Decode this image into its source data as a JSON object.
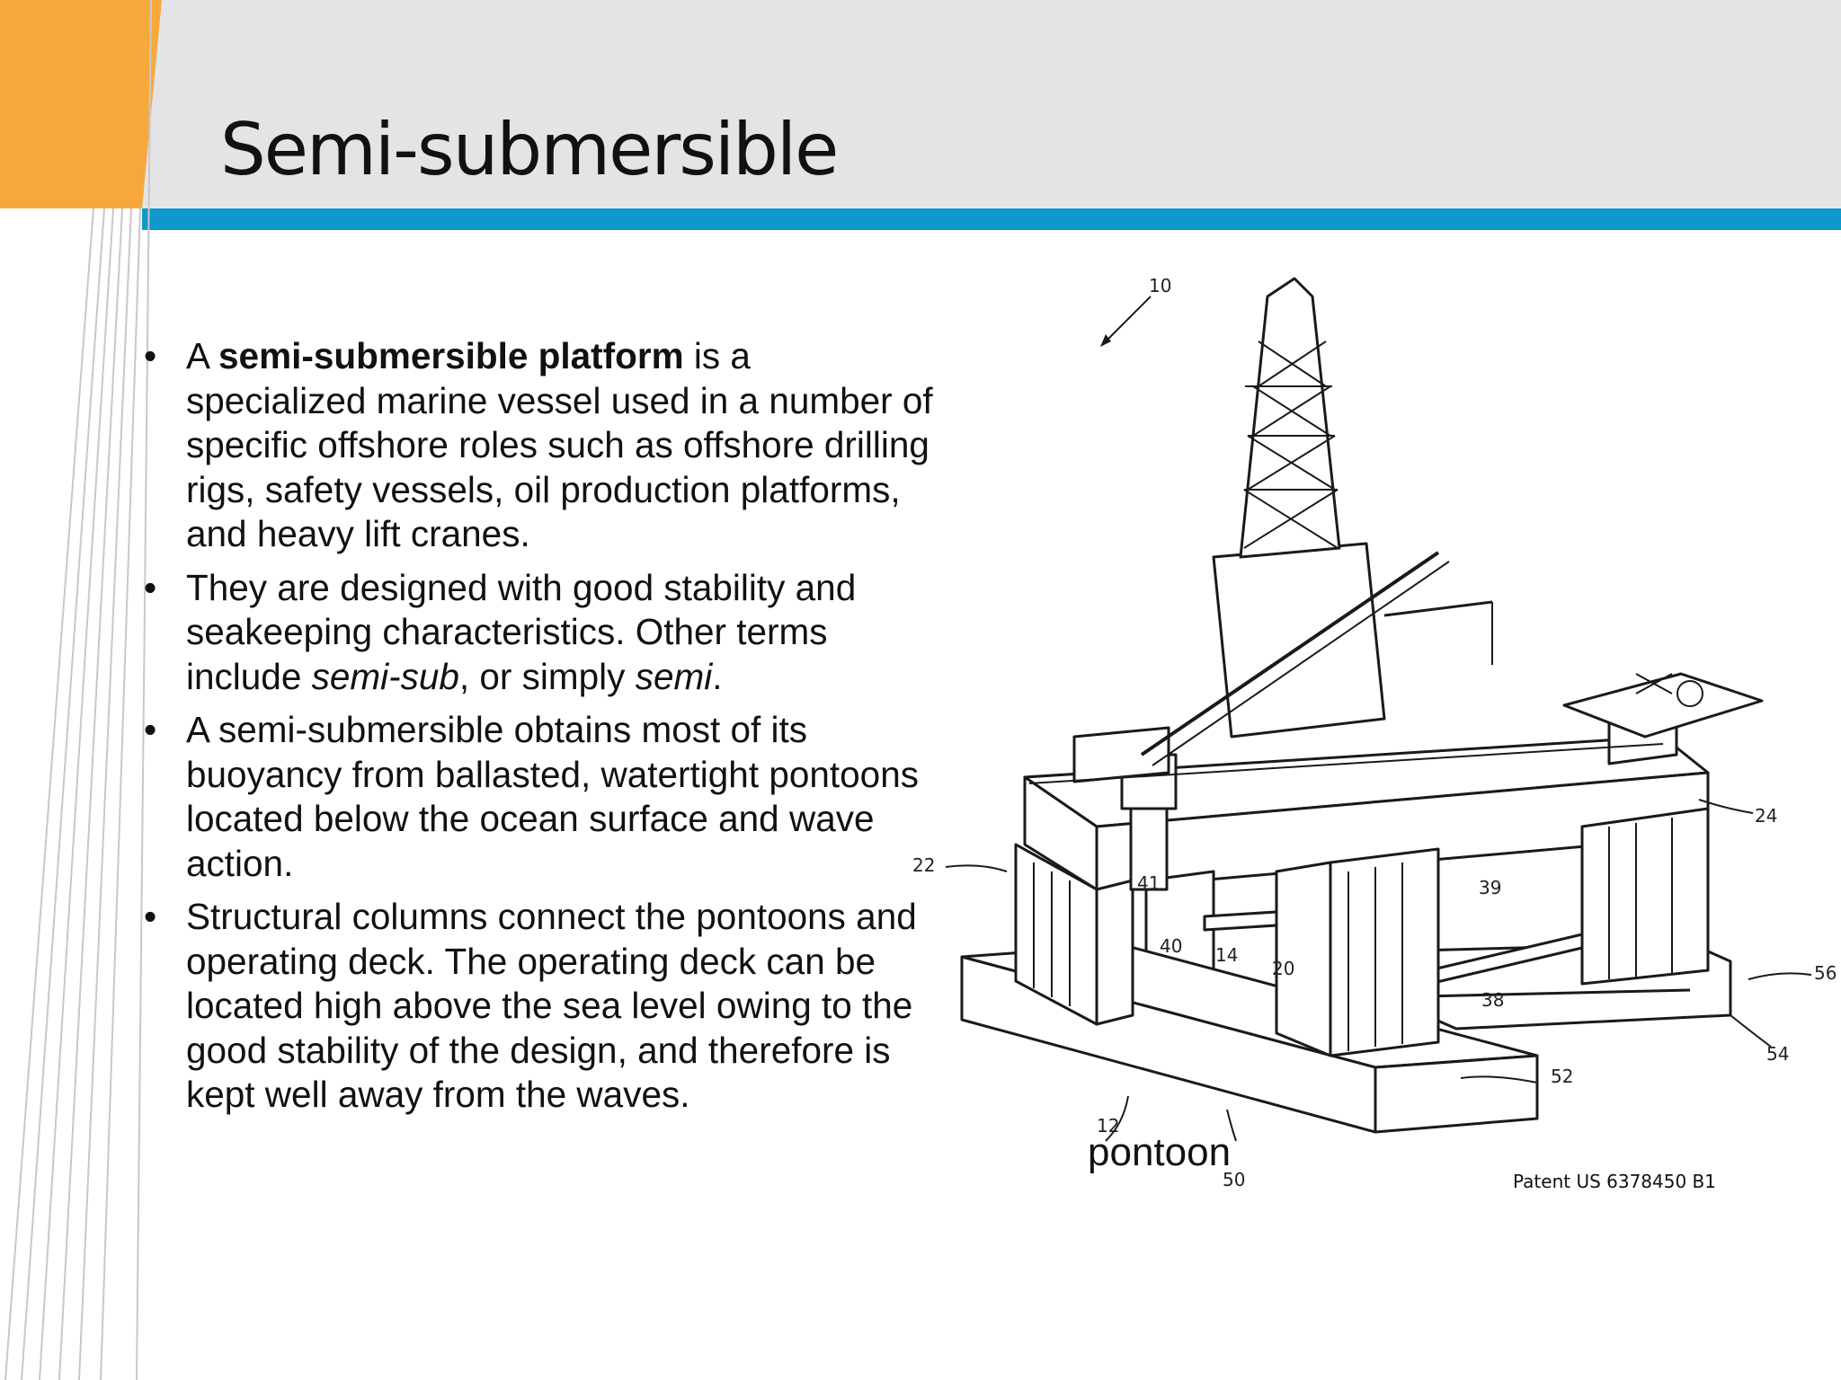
{
  "slide": {
    "title": "Semi-submersible",
    "bullets": [
      {
        "parts": [
          {
            "text": "A ",
            "style": "normal"
          },
          {
            "text": "semi-submersible platform",
            "style": "bold"
          },
          {
            "text": " is a specialized marine vessel used in a number of specific offshore roles such as offshore drilling rigs, safety vessels, oil production platforms, and heavy lift cranes.",
            "style": "normal"
          }
        ]
      },
      {
        "parts": [
          {
            "text": "They are designed with good stability and seakeeping characteristics. Other terms include ",
            "style": "normal"
          },
          {
            "text": "semi-sub",
            "style": "italic"
          },
          {
            "text": ", or simply ",
            "style": "normal"
          },
          {
            "text": "semi",
            "style": "italic"
          },
          {
            "text": ".",
            "style": "normal"
          }
        ]
      },
      {
        "parts": [
          {
            "text": "A semi-submersible obtains most of its buoyancy from ballasted, watertight pontoons located below the ocean surface and wave action.",
            "style": "normal"
          }
        ]
      },
      {
        "parts": [
          {
            "text": "Structural columns connect the pontoons and operating deck. The operating deck can be located high above the sea level owing to the good stability of the design, and therefore is kept well away from the waves.",
            "style": "normal"
          }
        ]
      }
    ],
    "figure": {
      "pontoon_label": "pontoon",
      "patent_label": "Patent US 6378450 B1",
      "callouts": [
        "10",
        "22",
        "24",
        "41",
        "39",
        "40",
        "14",
        "20",
        "38",
        "56",
        "54",
        "52",
        "12",
        "50"
      ]
    },
    "colors": {
      "header_gray": "#e4e4e6",
      "accent_blue": "#0f98cc",
      "accent_orange": "#f7a83a"
    }
  }
}
